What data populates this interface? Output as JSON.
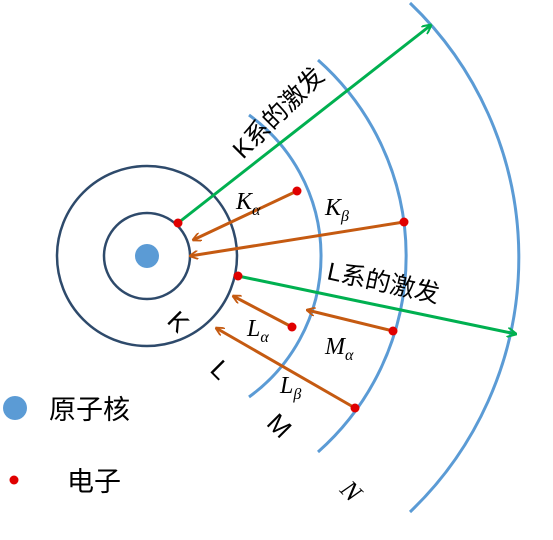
{
  "colors": {
    "shell_dark": "#2e4a6b",
    "shell_light": "#5b9bd5",
    "nucleus": "#5b9bd5",
    "electron": "#e00000",
    "emission_arrow": "#c55a11",
    "excitation_arrow": "#00b050"
  },
  "shells": {
    "K": "K",
    "L": "L",
    "M": "M",
    "N": "N"
  },
  "excitations": {
    "k_series": "K系的激发",
    "l_series": "L系的激发"
  },
  "transitions": {
    "k_alpha": {
      "letter": "K",
      "sub": "α"
    },
    "k_beta": {
      "letter": "K",
      "sub": "β"
    },
    "l_alpha": {
      "letter": "L",
      "sub": "α"
    },
    "l_beta": {
      "letter": "L",
      "sub": "β"
    },
    "m_alpha": {
      "letter": "M",
      "sub": "α"
    }
  },
  "legend": {
    "nucleus_label": "原子核",
    "electron_label": "电子"
  }
}
